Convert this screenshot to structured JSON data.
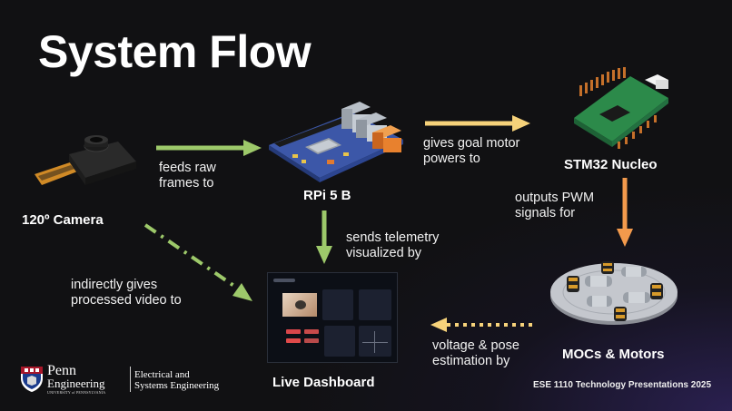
{
  "slide": {
    "title": "System Flow"
  },
  "nodes": {
    "camera": "120º Camera",
    "rpi": "RPi 5 B",
    "stm32": "STM32 Nucleo",
    "motors": "MOCs & Motors",
    "dashboard": "Live Dashboard"
  },
  "edges": {
    "camera_rpi": [
      "feeds raw",
      "frames to"
    ],
    "rpi_stm32": [
      "gives goal motor",
      "powers to"
    ],
    "stm32_motors": [
      "outputs PWM",
      "signals for"
    ],
    "rpi_dashboard": [
      "sends telemetry",
      "visualized by"
    ],
    "camera_dashboard": [
      "indirectly gives",
      "processed video to"
    ],
    "motors_dashboard": [
      "voltage & pose",
      "estimation by"
    ]
  },
  "footer": {
    "logo_name": "Penn",
    "logo_sub": "Engineering",
    "logo_univ": "UNIVERSITY of PENNSYLVANIA",
    "dept_line1": "Electrical and",
    "dept_line2": "Systems Engineering",
    "event": "ESE 1110 Technology Presentations 2025"
  },
  "colors": {
    "green_arrow": "#9dc96a",
    "yellow_arrow": "#f6d27a",
    "orange_arrow": "#f39a4c"
  }
}
